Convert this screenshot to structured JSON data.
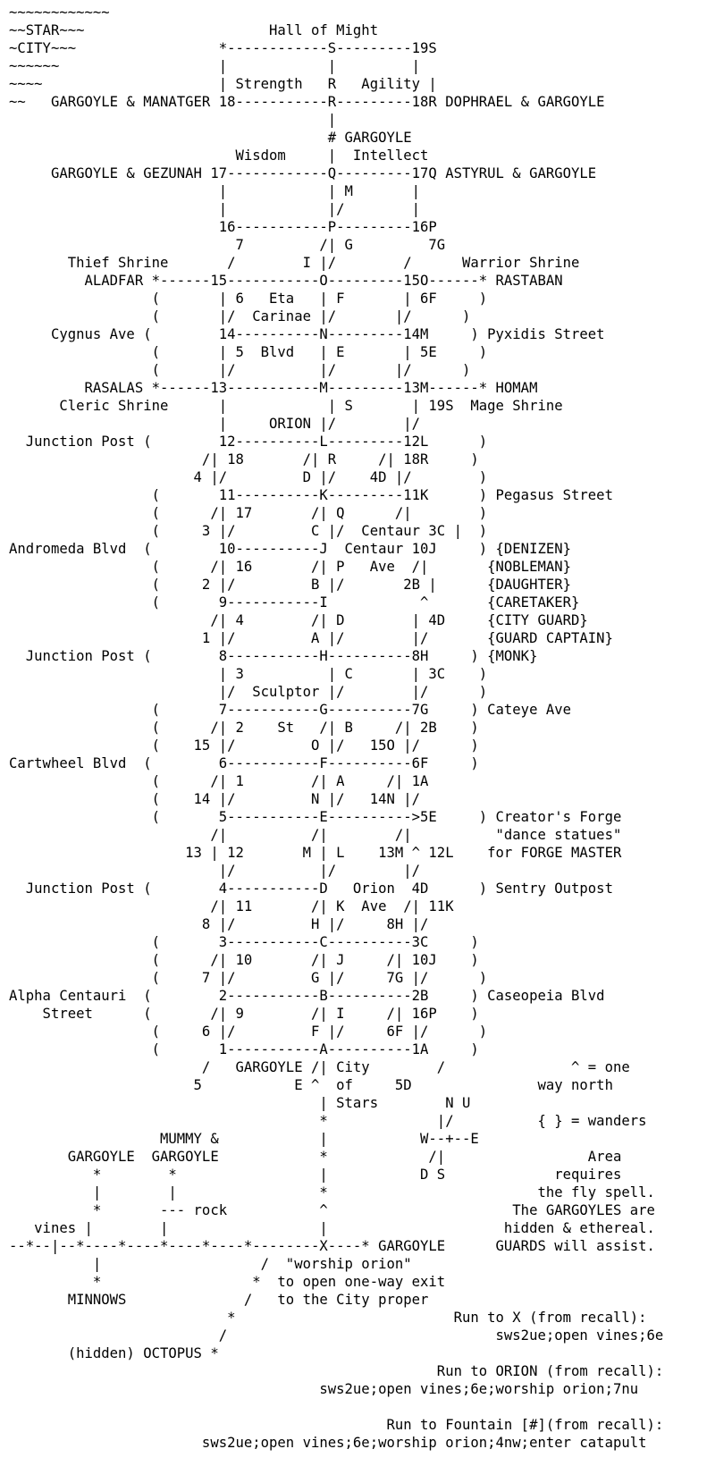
{
  "map": {
    "lines": [
      "~~~~~~~~~~~~",
      "~~STAR~~~                      Hall of Might",
      "~CITY~~~                 *------------S---------19S",
      "~~~~~~                   |            |         |",
      "~~~~                     | Strength   R   Agility |",
      "~~   GARGOYLE & MANATGER 18-----------R---------18R DOPHRAEL & GARGOYLE",
      "                                      |",
      "                                      # GARGOYLE",
      "                           Wisdom     |  Intellect",
      "     GARGOYLE & GEZUNAH 17------------Q---------17Q ASTYRUL & GARGOYLE",
      "                         |            | M       |",
      "                         |            |/        |",
      "                         16-----------P---------16P",
      "                           7         /| G         7G",
      "       Thief Shrine       /        I |/        /      Warrior Shrine",
      "         ALADFAR *------15-----------O---------15O------* RASTABAN",
      "                 (       | 6   Eta   | F       | 6F     )",
      "                 (       |/  Carinae |/       |/      )",
      "     Cygnus Ave (        14----------N---------14M     ) Pyxidis Street",
      "                 (       | 5  Blvd   | E       | 5E     )",
      "                 (       |/          |/       |/      )",
      "         RASALAS *------13-----------M---------13M------* HOMAM",
      "      Cleric Shrine      |            | S       | 19S  Mage Shrine",
      "                         |     ORION |/        |/",
      "  Junction Post (        12----------L---------12L      )",
      "                       /| 18       /| R     /| 18R     )",
      "                      4 |/         D |/    4D |/        )",
      "                 (       11----------K---------11K      ) Pegasus Street",
      "                 (      /| 17       /| Q      /|        )",
      "                 (     3 |/         C |/  Centaur 3C |  )",
      "Andromeda Blvd  (        10----------J  Centaur 10J     ) {DENIZEN}",
      "                 (      /| 16       /| P   Ave  /|       {NOBLEMAN}",
      "                 (     2 |/         B |/       2B |      {DAUGHTER}",
      "                 (       9-----------I           ^       {CARETAKER}",
      "                        /| 4        /| D        | 4D     {CITY GUARD}",
      "                       1 |/         A |/        |/       {GUARD CAPTAIN}",
      "  Junction Post (        8-----------H----------8H     ) {MONK}",
      "                         | 3          | C       | 3C    )",
      "                         |/  Sculptor |/        |/      )",
      "                 (       7-----------G----------7G     ) Cateye Ave",
      "                 (      /| 2    St   /| B     /| 2B    )",
      "                 (    15 |/         O |/   15O |/      )",
      "Cartwheel Blvd  (        6-----------F----------6F     )",
      "                 (      /| 1        /| A     /| 1A",
      "                 (    14 |/         N |/   14N |/",
      "                 (       5-----------E---------->5E     ) Creator's Forge",
      "                        /|          /|        /|          \"dance statues\"",
      "                     13 | 12       M | L    13M ^ 12L    for FORGE MASTER",
      "                         |/          |/        |/",
      "  Junction Post (        4-----------D   Orion  4D      ) Sentry Outpost",
      "                        /| 11       /| K  Ave  /| 11K",
      "                       8 |/         H |/     8H |/",
      "                 (       3-----------C----------3C     )",
      "                 (      /| 10       /| J     /| 10J    )",
      "                 (     7 |/         G |/     7G |/      )",
      "Alpha Centauri  (        2-----------B----------2B     ) Caseopeia Blvd",
      "    Street      (       /| 9        /| I     /| 16P    )",
      "                 (     6 |/         F |/     6F |/      )",
      "                 (       1-----------A----------1A     )",
      "                       /   GARGOYLE /| City        /               ^ = one",
      "                      5           E ^  of     5D               way north",
      "                                     | Stars        N U",
      "                                     *             |/          { } = wanders",
      "                  MUMMY &            |           W--+--E",
      "       GARGOYLE  GARGOYLE            *            /|                 Area",
      "          *        *                 |           D S             requires",
      "          |        |                 *                         the fly spell.",
      "          *       --- rock           ^                      The GARGOYLES are",
      "   vines |        |                  |                     hidden & ethereal.",
      "--*--|--*----*----*----*----*--------X----* GARGOYLE      GUARDS will assist.",
      "          |                   /  \"worship orion\"",
      "          *                  *  to open one-way exit",
      "       MINNOWS              /   to the City proper",
      "                          *                          Run to X (from recall):",
      "                         /                                sws2ue;open vines;6e",
      "       (hidden) OCTOPUS *",
      "                                                   Run to ORION (from recall):",
      "                                     sws2ue;open vines;6e;worship orion;7nu",
      "",
      "                                             Run to Fountain [#](from recall):",
      "                       sws2ue;open vines;6e;worship orion;4nw;enter catapult"
    ]
  }
}
